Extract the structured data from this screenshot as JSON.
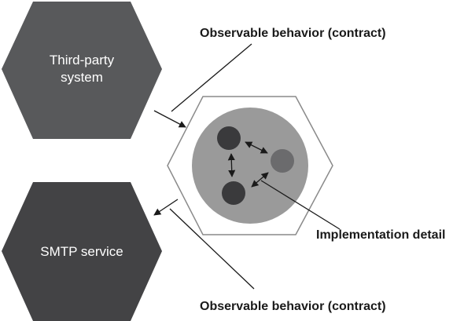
{
  "diagram": {
    "third_party": {
      "line1": "Third-party",
      "line2": "system"
    },
    "smtp": {
      "label": "SMTP service"
    },
    "annotations": {
      "contract_top": "Observable behavior (contract)",
      "implementation": "Implementation detail",
      "contract_bottom": "Observable behavior (contract)"
    },
    "colors": {
      "third_party_fill": "#58595b",
      "smtp_fill": "#434345",
      "app_hex_stroke": "#8a8a8a",
      "inner_circle_fill": "#9a9a9a",
      "node_dark": "#3a3a3c",
      "node_medium": "#6b6b6d",
      "line": "#1a1a1a"
    }
  }
}
